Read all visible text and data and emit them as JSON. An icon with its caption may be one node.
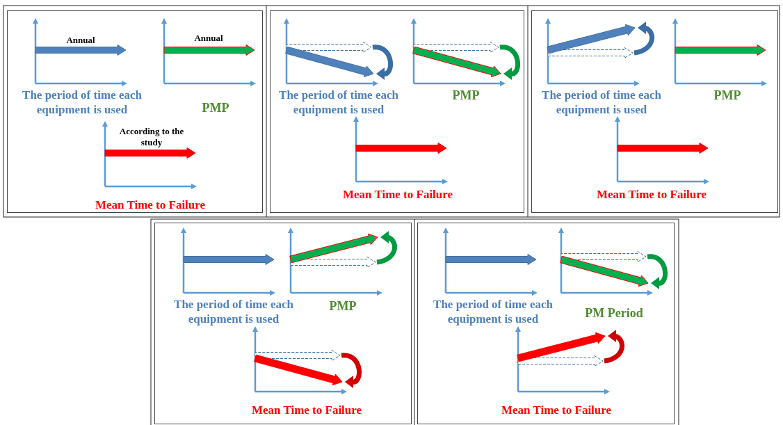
{
  "diagram": {
    "nodes": [
      {
        "text": [
          "Annual",
          "Annual",
          "The period of time each equipment is used",
          "PMP",
          "According to the study",
          "Mean Time to Failure"
        ]
      },
      {
        "text": [
          "The period of time each equipment is used",
          "PMP",
          "Mean Time to Failure"
        ]
      },
      {
        "text": [
          "The period of time each equipment is used",
          "PMP",
          "Mean Time to Failure"
        ]
      },
      {
        "text": [
          "The period of time each equipment is used",
          "PMP",
          "Mean Time to Failure"
        ]
      },
      {
        "text": [
          "The period of time each equipment is used",
          "PM Period",
          "Mean Time to Failure"
        ]
      }
    ]
  }
}
